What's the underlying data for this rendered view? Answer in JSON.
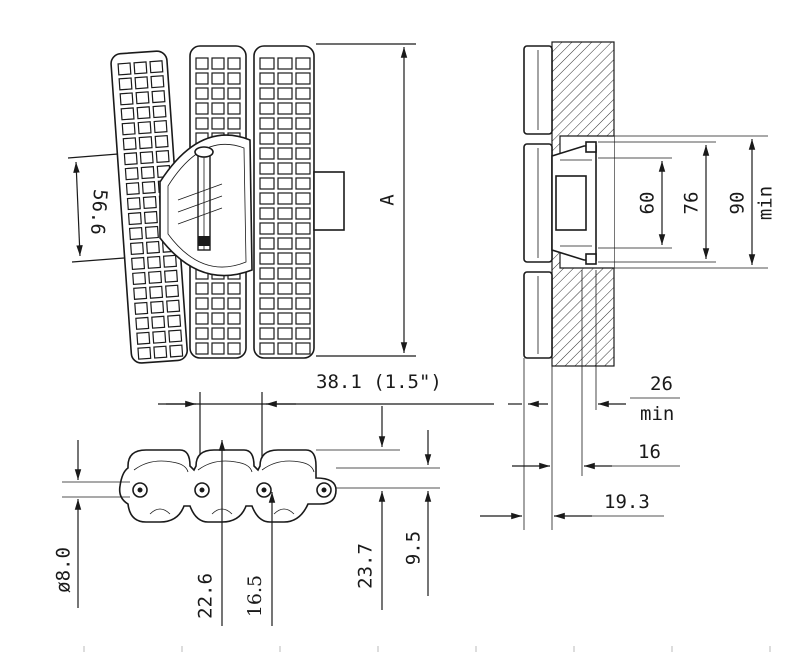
{
  "labels": {
    "d_56_6": "56.6",
    "d_A": "A",
    "d_pitch": "38.1 (1.5\")",
    "d_60": "60",
    "d_76": "76",
    "d_90": "90",
    "d_90_min": "min",
    "d_26": "26",
    "d_26_min": "min",
    "d_16": "16",
    "d_19_3": "19.3",
    "d_dia8": "ø8.0",
    "d_22_6": "22.6",
    "d_16_5": "16.5",
    "d_23_7": "23.7",
    "d_9_5": "9.5"
  },
  "colors": {
    "line": "#1a1a1a",
    "background": "#ffffff"
  }
}
